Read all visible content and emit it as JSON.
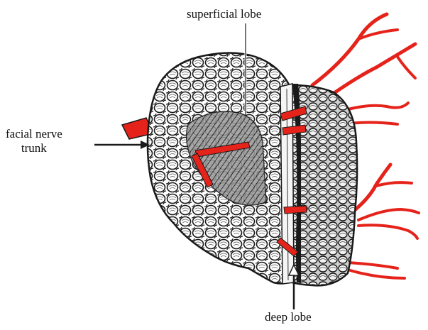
{
  "labels": {
    "superficial_lobe": "superficial lobe",
    "facial_nerve_line1": "facial nerve",
    "facial_nerve_line2": "trunk",
    "deep_lobe": "deep lobe"
  },
  "colors": {
    "nerve": "#e5231b",
    "outline": "#1a1a1a",
    "gland_fill": "#ffffff",
    "gland_shade": "#6e6e6e",
    "deep_shade": "#3c3c3c"
  },
  "icons": [
    "arrow-right-icon",
    "arrow-up-icon",
    "pointer-line-icon"
  ]
}
